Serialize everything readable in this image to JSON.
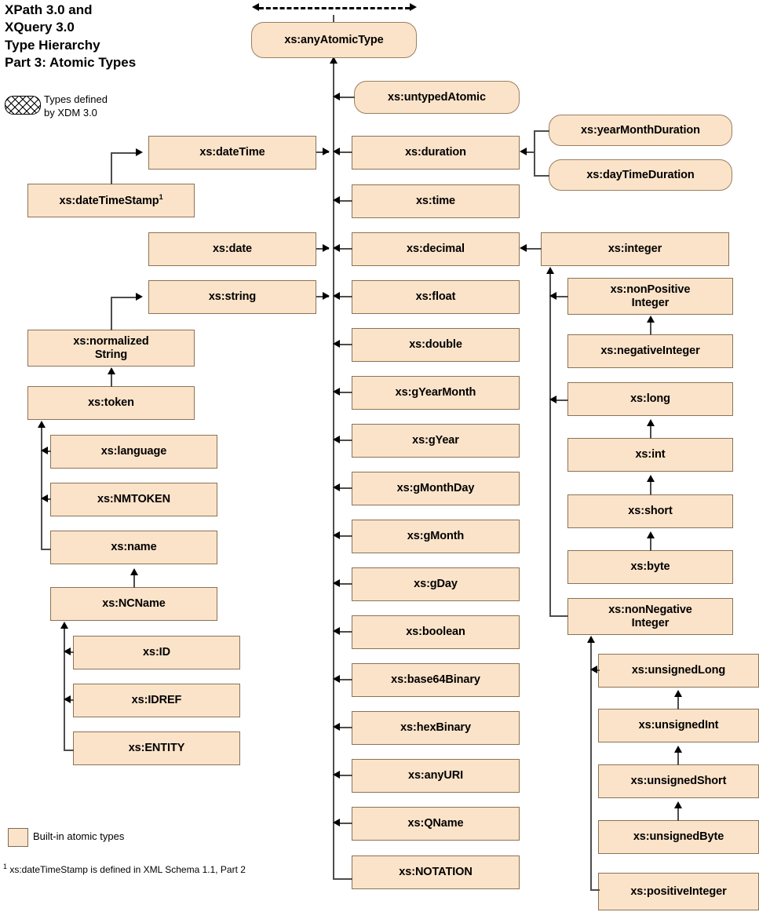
{
  "title": {
    "text": "XPath 3.0 and\nXQuery 3.0\nType Hierarchy\nPart 3: Atomic Types"
  },
  "legend": {
    "xdm_text": "Types defined\nby XDM 3.0",
    "xdm_icon": "hatched-rounded-rect",
    "builtin_text": "Built-in atomic types",
    "builtin_icon": "filled-rect",
    "footnote_marker": "1",
    "footnote_text": " xs:dateTimeStamp is defined in XML Schema 1.1, Part 2"
  },
  "colors": {
    "node_fill": "#fbe3c9",
    "node_border": "#8b7355",
    "connector": "#4d4d4d",
    "arrow": "#000000",
    "background": "#ffffff"
  },
  "diagram": {
    "type": "type-hierarchy-diagram",
    "root": "xs:anyAtomicType",
    "nodes": [
      {
        "id": "anyAtomicType",
        "label": "xs:anyAtomicType",
        "shape": "rounded",
        "column": "center",
        "xdm": true
      },
      {
        "id": "untypedAtomic",
        "label": "xs:untypedAtomic",
        "shape": "rounded",
        "column": "center",
        "xdm": true
      },
      {
        "id": "duration",
        "label": "xs:duration",
        "shape": "rect",
        "column": "center",
        "xdm": false
      },
      {
        "id": "yearMonthDuration",
        "label": "xs:yearMonthDuration",
        "shape": "rounded",
        "column": "right",
        "xdm": true
      },
      {
        "id": "dayTimeDuration",
        "label": "xs:dayTimeDuration",
        "shape": "rounded",
        "column": "right",
        "xdm": true
      },
      {
        "id": "time",
        "label": "xs:time",
        "shape": "rect",
        "column": "center",
        "xdm": false
      },
      {
        "id": "dateTime",
        "label": "xs:dateTime",
        "shape": "rect",
        "column": "left",
        "xdm": false
      },
      {
        "id": "dateTimeStamp",
        "label": "xs:dateTimeStamp",
        "shape": "rect",
        "column": "left",
        "xdm": false,
        "footnote": "1"
      },
      {
        "id": "date",
        "label": "xs:date",
        "shape": "rect",
        "column": "left",
        "xdm": false
      },
      {
        "id": "decimal",
        "label": "xs:decimal",
        "shape": "rect",
        "column": "center",
        "xdm": false
      },
      {
        "id": "integer",
        "label": "xs:integer",
        "shape": "rect",
        "column": "right",
        "xdm": false
      },
      {
        "id": "nonPositiveInteger",
        "label": "xs:nonPositive\nInteger",
        "shape": "rect",
        "column": "right",
        "xdm": false
      },
      {
        "id": "negativeInteger",
        "label": "xs:negativeInteger",
        "shape": "rect",
        "column": "right",
        "xdm": false
      },
      {
        "id": "long",
        "label": "xs:long",
        "shape": "rect",
        "column": "right",
        "xdm": false
      },
      {
        "id": "int",
        "label": "xs:int",
        "shape": "rect",
        "column": "right",
        "xdm": false
      },
      {
        "id": "short",
        "label": "xs:short",
        "shape": "rect",
        "column": "right",
        "xdm": false
      },
      {
        "id": "byte",
        "label": "xs:byte",
        "shape": "rect",
        "column": "right",
        "xdm": false
      },
      {
        "id": "nonNegativeInteger",
        "label": "xs:nonNegative\nInteger",
        "shape": "rect",
        "column": "right",
        "xdm": false
      },
      {
        "id": "unsignedLong",
        "label": "xs:unsignedLong",
        "shape": "rect",
        "column": "right",
        "xdm": false
      },
      {
        "id": "unsignedInt",
        "label": "xs:unsignedInt",
        "shape": "rect",
        "column": "right",
        "xdm": false
      },
      {
        "id": "unsignedShort",
        "label": "xs:unsignedShort",
        "shape": "rect",
        "column": "right",
        "xdm": false
      },
      {
        "id": "unsignedByte",
        "label": "xs:unsignedByte",
        "shape": "rect",
        "column": "right",
        "xdm": false
      },
      {
        "id": "positiveInteger",
        "label": "xs:positiveInteger",
        "shape": "rect",
        "column": "right",
        "xdm": false
      },
      {
        "id": "string",
        "label": "xs:string",
        "shape": "rect",
        "column": "left",
        "xdm": false
      },
      {
        "id": "normalizedString",
        "label": "xs:normalized\nString",
        "shape": "rect",
        "column": "left",
        "xdm": false
      },
      {
        "id": "token",
        "label": "xs:token",
        "shape": "rect",
        "column": "left",
        "xdm": false
      },
      {
        "id": "language",
        "label": "xs:language",
        "shape": "rect",
        "column": "left",
        "xdm": false
      },
      {
        "id": "NMTOKEN",
        "label": "xs:NMTOKEN",
        "shape": "rect",
        "column": "left",
        "xdm": false
      },
      {
        "id": "name",
        "label": "xs:name",
        "shape": "rect",
        "column": "left",
        "xdm": false
      },
      {
        "id": "NCName",
        "label": "xs:NCName",
        "shape": "rect",
        "column": "left",
        "xdm": false
      },
      {
        "id": "ID",
        "label": "xs:ID",
        "shape": "rect",
        "column": "left",
        "xdm": false
      },
      {
        "id": "IDREF",
        "label": "xs:IDREF",
        "shape": "rect",
        "column": "left",
        "xdm": false
      },
      {
        "id": "ENTITY",
        "label": "xs:ENTITY",
        "shape": "rect",
        "column": "left",
        "xdm": false
      },
      {
        "id": "float",
        "label": "xs:float",
        "shape": "rect",
        "column": "center",
        "xdm": false
      },
      {
        "id": "double",
        "label": "xs:double",
        "shape": "rect",
        "column": "center",
        "xdm": false
      },
      {
        "id": "gYearMonth",
        "label": "xs:gYearMonth",
        "shape": "rect",
        "column": "center",
        "xdm": false
      },
      {
        "id": "gYear",
        "label": "xs:gYear",
        "shape": "rect",
        "column": "center",
        "xdm": false
      },
      {
        "id": "gMonthDay",
        "label": "xs:gMonthDay",
        "shape": "rect",
        "column": "center",
        "xdm": false
      },
      {
        "id": "gMonth",
        "label": "xs:gMonth",
        "shape": "rect",
        "column": "center",
        "xdm": false
      },
      {
        "id": "gDay",
        "label": "xs:gDay",
        "shape": "rect",
        "column": "center",
        "xdm": false
      },
      {
        "id": "boolean",
        "label": "xs:boolean",
        "shape": "rect",
        "column": "center",
        "xdm": false
      },
      {
        "id": "base64Binary",
        "label": "xs:base64Binary",
        "shape": "rect",
        "column": "center",
        "xdm": false
      },
      {
        "id": "hexBinary",
        "label": "xs:hexBinary",
        "shape": "rect",
        "column": "center",
        "xdm": false
      },
      {
        "id": "anyURI",
        "label": "xs:anyURI",
        "shape": "rect",
        "column": "center",
        "xdm": false
      },
      {
        "id": "QName",
        "label": "xs:QName",
        "shape": "rect",
        "column": "center",
        "xdm": false
      },
      {
        "id": "NOTATION",
        "label": "xs:NOTATION",
        "shape": "rect",
        "column": "center",
        "xdm": false
      }
    ],
    "edges": [
      {
        "from": "untypedAtomic",
        "to": "anyAtomicType"
      },
      {
        "from": "duration",
        "to": "anyAtomicType"
      },
      {
        "from": "time",
        "to": "anyAtomicType"
      },
      {
        "from": "dateTime",
        "to": "anyAtomicType"
      },
      {
        "from": "date",
        "to": "anyAtomicType"
      },
      {
        "from": "decimal",
        "to": "anyAtomicType"
      },
      {
        "from": "float",
        "to": "anyAtomicType"
      },
      {
        "from": "double",
        "to": "anyAtomicType"
      },
      {
        "from": "gYearMonth",
        "to": "anyAtomicType"
      },
      {
        "from": "gYear",
        "to": "anyAtomicType"
      },
      {
        "from": "gMonthDay",
        "to": "anyAtomicType"
      },
      {
        "from": "gMonth",
        "to": "anyAtomicType"
      },
      {
        "from": "gDay",
        "to": "anyAtomicType"
      },
      {
        "from": "boolean",
        "to": "anyAtomicType"
      },
      {
        "from": "base64Binary",
        "to": "anyAtomicType"
      },
      {
        "from": "hexBinary",
        "to": "anyAtomicType"
      },
      {
        "from": "anyURI",
        "to": "anyAtomicType"
      },
      {
        "from": "QName",
        "to": "anyAtomicType"
      },
      {
        "from": "NOTATION",
        "to": "anyAtomicType"
      },
      {
        "from": "string",
        "to": "anyAtomicType"
      },
      {
        "from": "yearMonthDuration",
        "to": "duration"
      },
      {
        "from": "dayTimeDuration",
        "to": "duration"
      },
      {
        "from": "dateTimeStamp",
        "to": "dateTime"
      },
      {
        "from": "integer",
        "to": "decimal"
      },
      {
        "from": "nonPositiveInteger",
        "to": "integer"
      },
      {
        "from": "long",
        "to": "integer"
      },
      {
        "from": "nonNegativeInteger",
        "to": "integer"
      },
      {
        "from": "negativeInteger",
        "to": "nonPositiveInteger"
      },
      {
        "from": "int",
        "to": "long"
      },
      {
        "from": "short",
        "to": "int"
      },
      {
        "from": "byte",
        "to": "short"
      },
      {
        "from": "unsignedLong",
        "to": "nonNegativeInteger"
      },
      {
        "from": "positiveInteger",
        "to": "nonNegativeInteger"
      },
      {
        "from": "unsignedInt",
        "to": "unsignedLong"
      },
      {
        "from": "unsignedShort",
        "to": "unsignedInt"
      },
      {
        "from": "unsignedByte",
        "to": "unsignedShort"
      },
      {
        "from": "normalizedString",
        "to": "string"
      },
      {
        "from": "token",
        "to": "normalizedString"
      },
      {
        "from": "language",
        "to": "token"
      },
      {
        "from": "NMTOKEN",
        "to": "token"
      },
      {
        "from": "name",
        "to": "token"
      },
      {
        "from": "NCName",
        "to": "name"
      },
      {
        "from": "ID",
        "to": "NCName"
      },
      {
        "from": "IDREF",
        "to": "NCName"
      },
      {
        "from": "ENTITY",
        "to": "NCName"
      }
    ]
  }
}
